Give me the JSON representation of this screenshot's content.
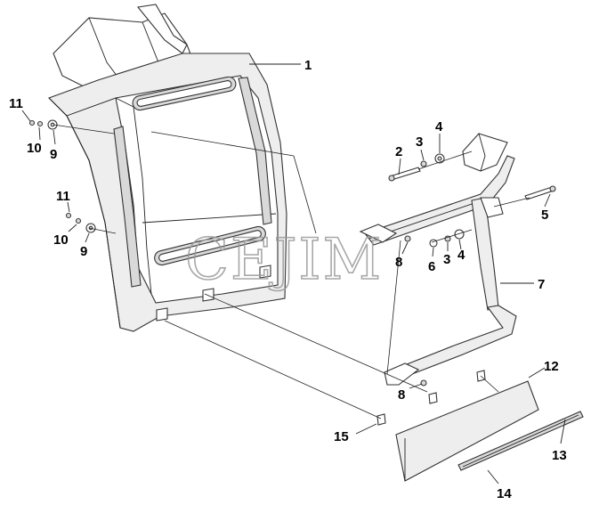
{
  "diagram": {
    "watermark": "CEJIM",
    "callouts": [
      {
        "id": "c1",
        "label": "1"
      },
      {
        "id": "c11a",
        "label": "11"
      },
      {
        "id": "c10a",
        "label": "10"
      },
      {
        "id": "c9a",
        "label": "9"
      },
      {
        "id": "c11b",
        "label": "11"
      },
      {
        "id": "c10b",
        "label": "10"
      },
      {
        "id": "c9b",
        "label": "9"
      },
      {
        "id": "c2",
        "label": "2"
      },
      {
        "id": "c3a",
        "label": "3"
      },
      {
        "id": "c4a",
        "label": "4"
      },
      {
        "id": "c5",
        "label": "5"
      },
      {
        "id": "c8a",
        "label": "8"
      },
      {
        "id": "c6",
        "label": "6"
      },
      {
        "id": "c3b",
        "label": "3"
      },
      {
        "id": "c4b",
        "label": "4"
      },
      {
        "id": "c7",
        "label": "7"
      },
      {
        "id": "c8b",
        "label": "8"
      },
      {
        "id": "c12",
        "label": "12"
      },
      {
        "id": "c15",
        "label": "15"
      },
      {
        "id": "c13",
        "label": "13"
      },
      {
        "id": "c14",
        "label": "14"
      }
    ]
  }
}
